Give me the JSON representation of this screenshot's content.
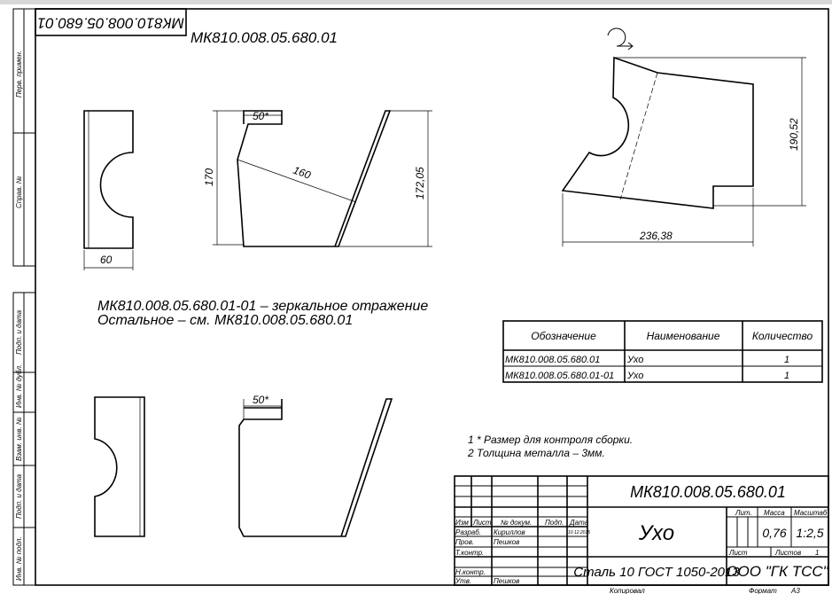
{
  "drawing": {
    "designation": "МК810.008.05.680.01",
    "mirrored_designation": "МК810.008.05.680.01",
    "note_line1": "МК810.008.05.680.01-01 – зеркальное отражение",
    "note_line2": "Остальное – см. МК810.008.05.680.01",
    "dimensions": {
      "width_60": "60",
      "step_50_top": "50*",
      "height_170": "170",
      "diag_160": "160",
      "height_172": "172,05",
      "height_190": "190,52",
      "width_236": "236,38",
      "step_50_bottom": "50*"
    },
    "tech_notes": [
      "1  * Размер для контроля сборки.",
      "2  Толщина металла – 3мм."
    ],
    "rotation_icon": "rotated-view-icon"
  },
  "spec_table": {
    "headers": [
      "Обозначение",
      "Наименование",
      "Количество"
    ],
    "rows": [
      [
        "МК810.008.05.680.01",
        "Ухо",
        "1"
      ],
      [
        "МК810.008.05.680.01-01",
        "Ухо",
        "1"
      ]
    ]
  },
  "left_strip": [
    "Перв. примен.",
    "Справ. №",
    "Подп. и дата",
    "Инв. № дубл.",
    "Взам. инв. №",
    "Подп. и дата",
    "Инв. № подл."
  ],
  "title_block": {
    "designation": "МК810.008.05.680.01",
    "name": "Ухо",
    "material": "Сталь 10  ГОСТ 1050-2013",
    "organization": "ООО \"ГК ТСС\"",
    "col_headers": {
      "izm": "Изм",
      "list": "Лист",
      "doc": "№ докум.",
      "sign": "Подп.",
      "date": "Дата"
    },
    "roles": {
      "developer": "Разраб.",
      "checker": "Пров.",
      "tech": "Т.контр.",
      "norm": "Н.контр.",
      "approve": "Утв."
    },
    "people": {
      "developer": "Кириллов",
      "checker": "Пешков",
      "approve": "Пешков"
    },
    "date": "10.12.2015",
    "lit_label": "Лит.",
    "mass_label": "Масса",
    "scale_label": "Масштаб",
    "mass": "0,76",
    "scale": "1:2,5",
    "sheet_label": "Лист",
    "sheets_label": "Листов",
    "sheets": "1"
  },
  "footer": {
    "copied": "Копировал",
    "format_label": "Формат",
    "format": "А3"
  }
}
